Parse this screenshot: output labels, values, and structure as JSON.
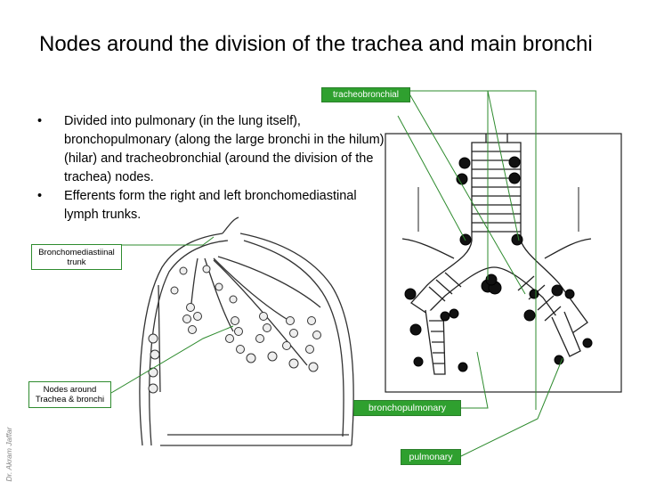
{
  "title": "Nodes around the division of the trachea and main bronchi",
  "bullets": [
    "Divided into pulmonary (in the lung itself), bronchopulmonary (along the large bronchi in the hilum) (hilar) and tracheobronchial (around the division of the trachea) nodes.",
    "Efferents form the right and left bronchomediastinal lymph trunks."
  ],
  "labels": {
    "tracheobronchial": "tracheobronchial",
    "bronchomediastinal": "Bronchomediastiinal trunk",
    "nodes_around": "Nodes around Trachea & bronchi",
    "bronchopulmonary": "bronchopulmonary",
    "pulmonary": "pulmonary"
  },
  "credit": "Dr. Akram Jaffar",
  "colors": {
    "label_fill": "#2fa02f",
    "label_border": "#2e8b2e",
    "leader_line": "#2e8b2e"
  }
}
